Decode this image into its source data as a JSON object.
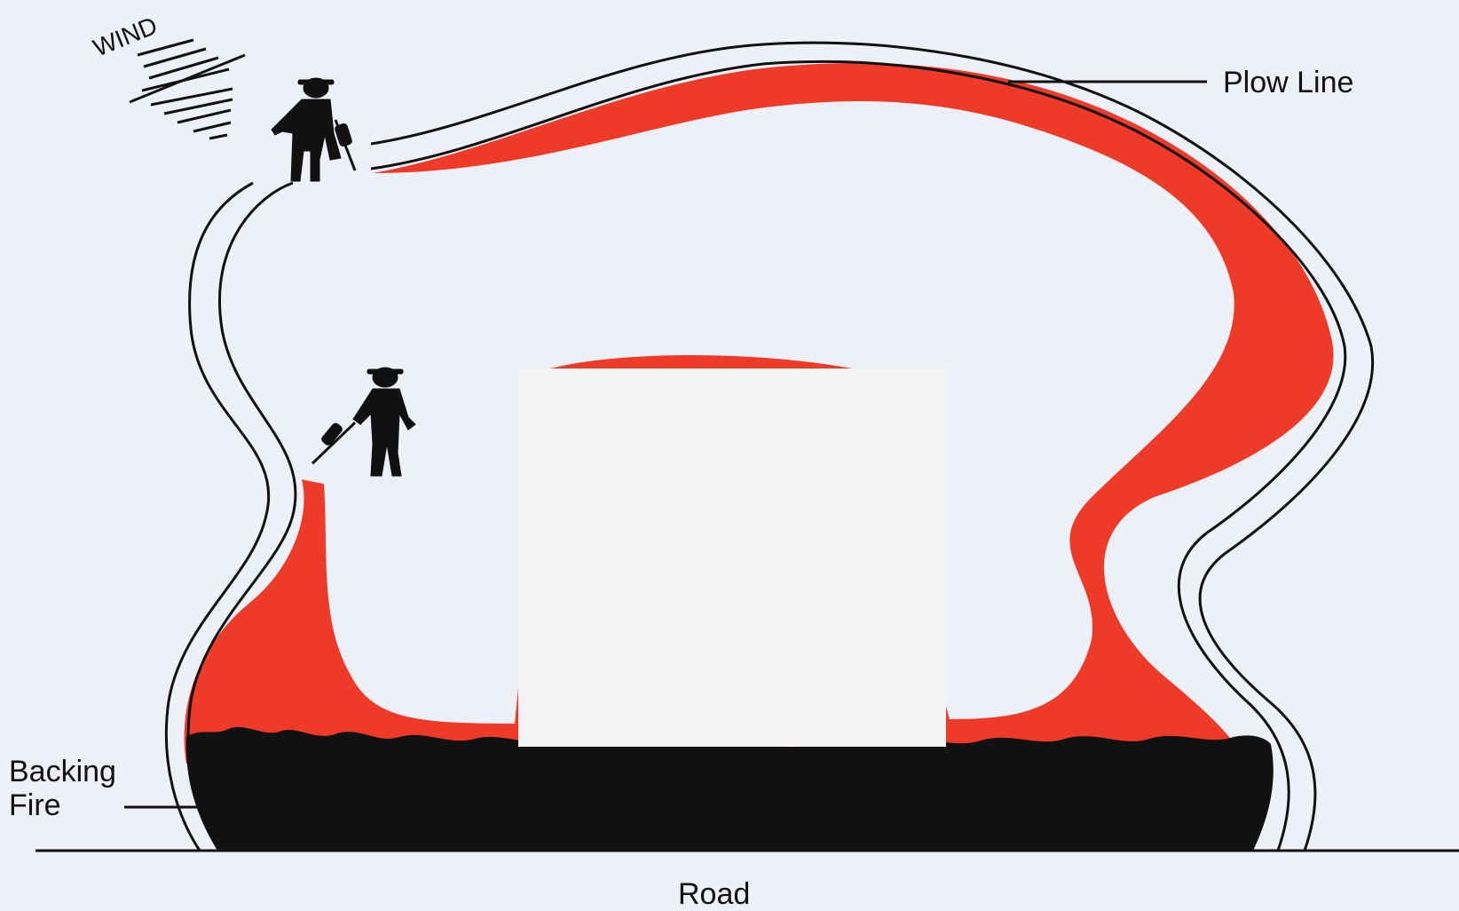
{
  "labels": {
    "wind": "WIND",
    "plow_line": "Plow Line",
    "backing_fire_line1": "Backing",
    "backing_fire_line2": "Fire",
    "road": "Road"
  },
  "icons": {
    "wind": "wind-lines-icon",
    "firefighter": "firefighter-drip-torch-icon"
  },
  "colors": {
    "background": "#eef0f7",
    "fire": "#ee3a28",
    "burned": "#111111",
    "line": "#111111",
    "masked_region": "#f3f3f4"
  }
}
